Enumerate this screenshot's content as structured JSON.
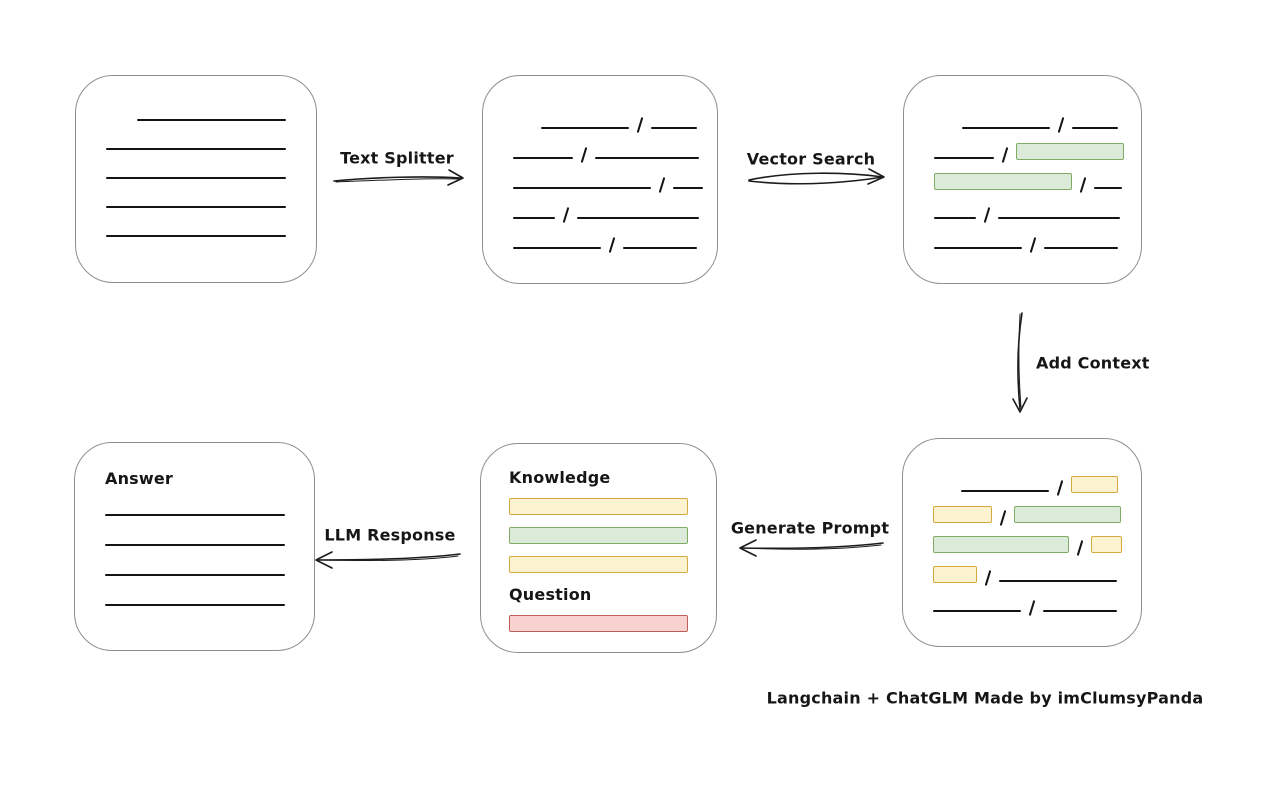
{
  "caption": "Langchain + ChatGLM Made by imClumsyPanda",
  "colors": {
    "green_fill": "#dcead9",
    "green_stroke": "#7fab62",
    "yellow_fill": "#fdf3d1",
    "yellow_stroke": "#d6a93e",
    "red_fill": "#f8d2cf",
    "red_stroke": "#bf5f5a",
    "box_stroke": "#8f8f8f",
    "ink": "#141414"
  },
  "arrows": {
    "text_splitter": {
      "label": "Text Splitter",
      "direction": "right"
    },
    "vector_search": {
      "label": "Vector Search",
      "direction": "right"
    },
    "add_context": {
      "label": "Add Context",
      "direction": "down"
    },
    "generate_prompt": {
      "label": "Generate Prompt",
      "direction": "left"
    },
    "llm_response": {
      "label": "LLM Response",
      "direction": "left"
    }
  },
  "boxes": {
    "document": {
      "lines": [
        {
          "indent": 31,
          "w": 149
        },
        {
          "indent": 0,
          "w": 180
        },
        {
          "indent": 0,
          "w": 180
        },
        {
          "indent": 0,
          "w": 180
        },
        {
          "indent": 0,
          "w": 180
        }
      ]
    },
    "chunks": {
      "rows": [
        {
          "indent": 28,
          "segments": [
            {
              "t": "line",
              "w": 88
            },
            {
              "t": "line",
              "w": 46
            }
          ]
        },
        {
          "indent": 0,
          "segments": [
            {
              "t": "line",
              "w": 60
            },
            {
              "t": "line",
              "w": 104
            }
          ]
        },
        {
          "indent": 0,
          "segments": [
            {
              "t": "line",
              "w": 138
            },
            {
              "t": "line",
              "w": 30
            }
          ]
        },
        {
          "indent": 0,
          "segments": [
            {
              "t": "line",
              "w": 42
            },
            {
              "t": "line",
              "w": 122
            }
          ]
        },
        {
          "indent": 0,
          "segments": [
            {
              "t": "line",
              "w": 88
            },
            {
              "t": "line",
              "w": 74
            }
          ]
        }
      ]
    },
    "retrieved": {
      "rows": [
        {
          "indent": 28,
          "segments": [
            {
              "t": "line",
              "w": 88
            },
            {
              "t": "line",
              "w": 46
            }
          ]
        },
        {
          "indent": 0,
          "segments": [
            {
              "t": "line",
              "w": 60
            },
            {
              "t": "green",
              "w": 108
            }
          ]
        },
        {
          "indent": 0,
          "segments": [
            {
              "t": "green",
              "w": 138
            },
            {
              "t": "line",
              "w": 28
            }
          ]
        },
        {
          "indent": 0,
          "segments": [
            {
              "t": "line",
              "w": 42
            },
            {
              "t": "line",
              "w": 122
            }
          ]
        },
        {
          "indent": 0,
          "segments": [
            {
              "t": "line",
              "w": 88
            },
            {
              "t": "line",
              "w": 74
            }
          ]
        }
      ]
    },
    "context": {
      "rows": [
        {
          "indent": 28,
          "segments": [
            {
              "t": "line",
              "w": 88
            },
            {
              "t": "yellow",
              "w": 47
            }
          ]
        },
        {
          "indent": 0,
          "segments": [
            {
              "t": "yellow",
              "w": 59
            },
            {
              "t": "green",
              "w": 107
            }
          ]
        },
        {
          "indent": 0,
          "segments": [
            {
              "t": "green",
              "w": 136
            },
            {
              "t": "yellow",
              "w": 31
            }
          ]
        },
        {
          "indent": 0,
          "segments": [
            {
              "t": "yellow",
              "w": 44
            },
            {
              "t": "line",
              "w": 118
            }
          ]
        },
        {
          "indent": 0,
          "segments": [
            {
              "t": "line",
              "w": 88
            },
            {
              "t": "line",
              "w": 74
            }
          ]
        }
      ]
    },
    "prompt": {
      "knowledge_label": "Knowledge",
      "question_label": "Question",
      "knowledge_bars": [
        {
          "t": "yellow"
        },
        {
          "t": "green"
        },
        {
          "t": "yellow"
        }
      ],
      "question_bars": [
        {
          "t": "red"
        }
      ]
    },
    "answer": {
      "title": "Answer",
      "lines": [
        {
          "indent": 0,
          "w": 180
        },
        {
          "indent": 0,
          "w": 180
        },
        {
          "indent": 0,
          "w": 180
        },
        {
          "indent": 0,
          "w": 180
        }
      ]
    }
  }
}
